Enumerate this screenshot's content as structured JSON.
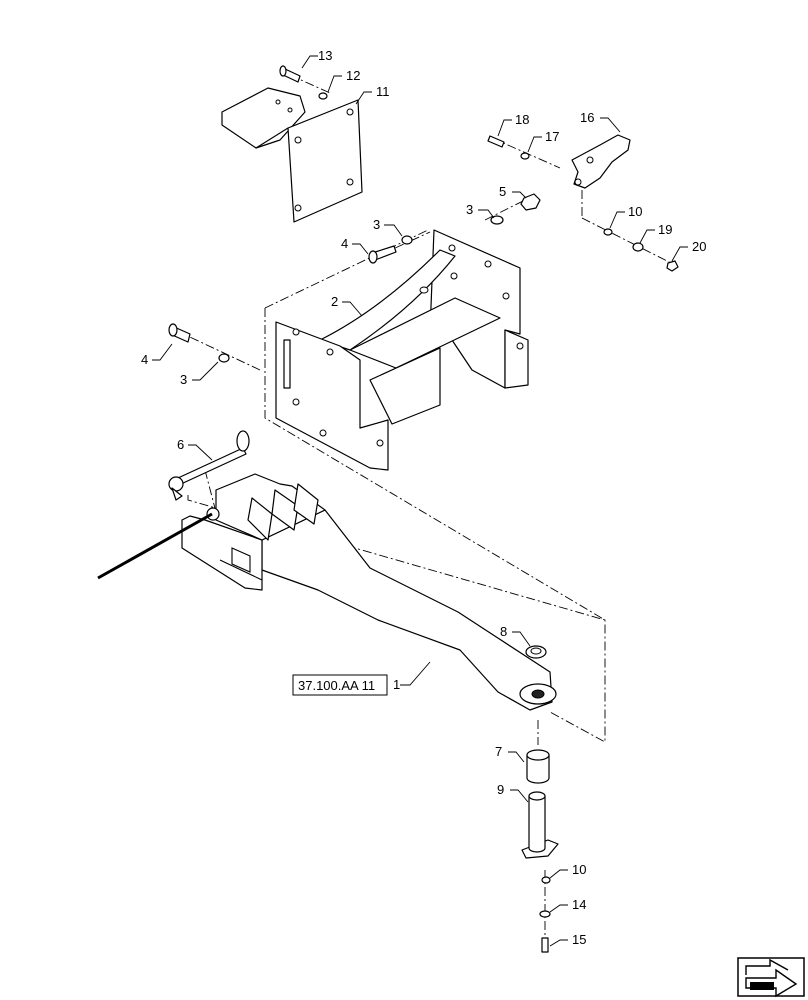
{
  "callouts": {
    "c1": "1",
    "c2": "2",
    "c3a": "3",
    "c3b": "3",
    "c3c": "3",
    "c4a": "4",
    "c4b": "4",
    "c5": "5",
    "c6": "6",
    "c7": "7",
    "c8": "8",
    "c9": "9",
    "c10a": "10",
    "c10b": "10",
    "c11": "11",
    "c12": "12",
    "c13": "13",
    "c14": "14",
    "c15": "15",
    "c16": "16",
    "c17": "17",
    "c18": "18",
    "c19": "19",
    "c20": "20"
  },
  "reference_box": "37.100.AA 11",
  "nav_icon": "next-page-arrow-icon"
}
